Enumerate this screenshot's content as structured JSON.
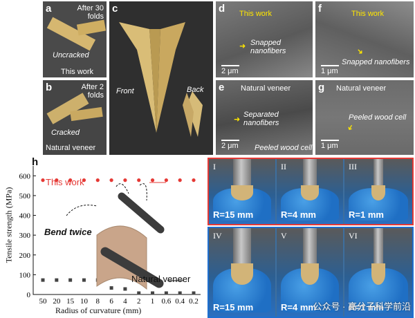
{
  "panels": {
    "a": {
      "label": "a",
      "top_text": "After 30 folds",
      "state": "Uncracked",
      "footer": "This work"
    },
    "b": {
      "label": "b",
      "top_text": "After 2 folds",
      "state": "Cracked",
      "footer": "Natural veneer"
    },
    "c": {
      "label": "c",
      "front": "Front",
      "back": "Back"
    },
    "d": {
      "label": "d",
      "title": "This work",
      "annotation": "Snapped nanofibers",
      "scale": "2 μm"
    },
    "f": {
      "label": "f",
      "title": "This work",
      "annotation": "Snapped nanofibers",
      "scale": "1 μm"
    },
    "e": {
      "label": "e",
      "title": "Natural veneer",
      "annotation1": "Separated nanofibers",
      "annotation2": "Peeled wood cell",
      "scale": "2 μm"
    },
    "g": {
      "label": "g",
      "title": "Natural veneer",
      "annotation": "Peeled wood cell",
      "scale": "1 μm"
    },
    "h": {
      "label": "h",
      "inset_label": "Bend twice"
    }
  },
  "rods": [
    {
      "roman": "I",
      "radius": "R=15 mm"
    },
    {
      "roman": "II",
      "radius": "R=4 mm"
    },
    {
      "roman": "III",
      "radius": "R=1 mm"
    },
    {
      "roman": "IV",
      "radius": "R=15 mm"
    },
    {
      "roman": "V",
      "radius": "R=4 mm"
    },
    {
      "roman": "VI",
      "radius": "R=1 mm"
    }
  ],
  "watermark": "公众号 · 高分子科学前沿",
  "colors": {
    "this_work": "#e53935",
    "veneer": "#444444",
    "frame_red": "#e53935",
    "frame_blue": "#1e6fd0",
    "annot": "#ffe600"
  },
  "chart_data": {
    "type": "scatter",
    "xlabel": "Radius of curvature (mm)",
    "ylabel": "Tensile strength (MPa)",
    "categories": [
      "50",
      "20",
      "15",
      "10",
      "8",
      "6",
      "4",
      "2",
      "1",
      "0.6",
      "0.4",
      "0.2"
    ],
    "yticks": [
      0,
      100,
      200,
      300,
      400,
      500,
      600
    ],
    "ylim": [
      0,
      650
    ],
    "series": [
      {
        "name": "This work",
        "values": [
          578,
          578,
          578,
          578,
          578,
          578,
          578,
          578,
          578,
          578,
          578,
          578
        ]
      },
      {
        "name": "Natural veneer",
        "values": [
          73,
          73,
          73,
          73,
          73,
          33,
          28,
          7,
          7,
          7,
          7,
          7
        ]
      }
    ]
  }
}
